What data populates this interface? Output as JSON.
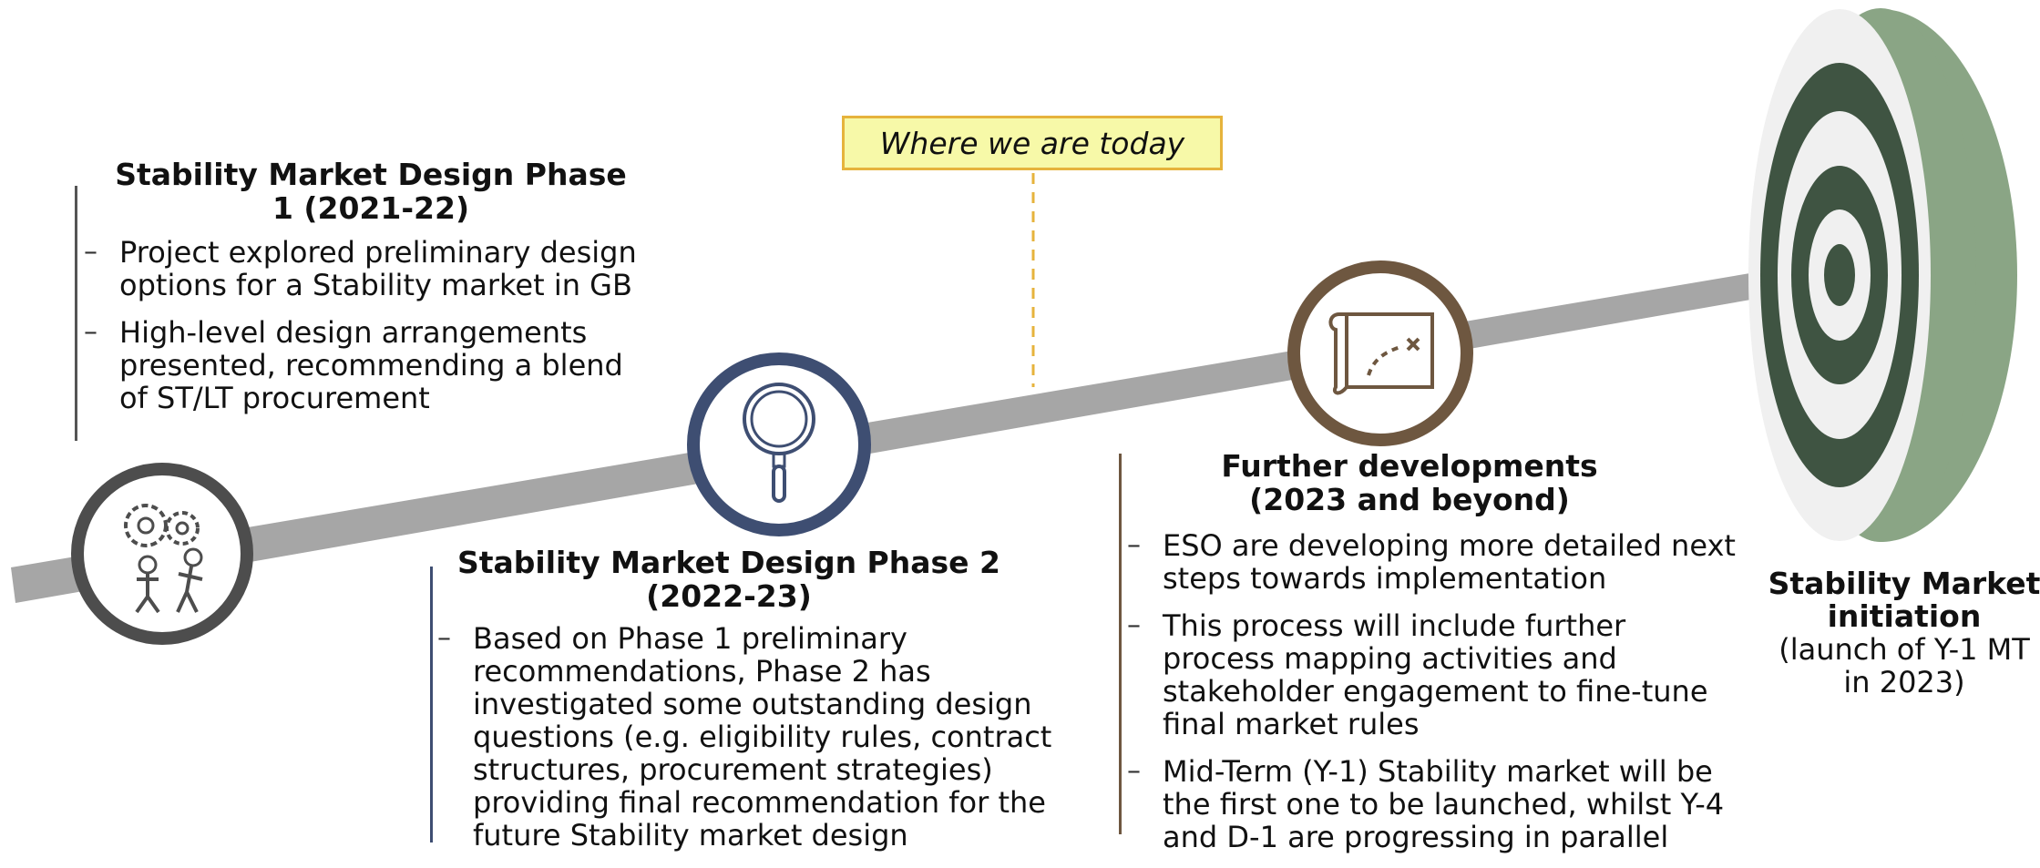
{
  "today_label": "Where we are today",
  "phase1": {
    "title": "Stability Market Design Phase 1 (2021-22)",
    "bullets": [
      "Project explored preliminary design options for a Stability market in GB",
      "High-level design arrangements presented, recommending a blend of ST/LT procurement"
    ]
  },
  "phase2": {
    "title": "Stability Market Design Phase 2 (2022-23)",
    "bullets": [
      "Based on Phase 1 preliminary recommendations, Phase 2 has investigated some outstanding design questions (e.g. eligibility rules, contract structures, procurement strategies) providing final recommendation for the future Stability market design"
    ]
  },
  "further": {
    "title": "Further developments (2023 and beyond)",
    "bullets": [
      "ESO are developing more detailed next steps towards implementation",
      "This process will include further process mapping activities and stakeholder engagement to fine-tune final market rules",
      "Mid-Term (Y-1) Stability market will be the first one to be launched, whilst Y-4 and D-1 are progressing in parallel"
    ]
  },
  "target": {
    "title": "Stability Market initiation",
    "subtitle": "(launch of Y-1 MT in 2023)"
  },
  "icons": {
    "phase1": "gears-people-icon",
    "phase2": "magnifying-glass-icon",
    "further": "map-icon",
    "target": "bullseye-target-icon"
  },
  "colors": {
    "arrow": "#a6a6a6",
    "phase1_ring": "#4d4d4d",
    "phase2_ring": "#3e4e72",
    "further_ring": "#6e5740",
    "target_dark": "#3f5442",
    "target_side": "#8aa585",
    "today_fill": "#f7f9a8",
    "today_border": "#e6b33c"
  }
}
